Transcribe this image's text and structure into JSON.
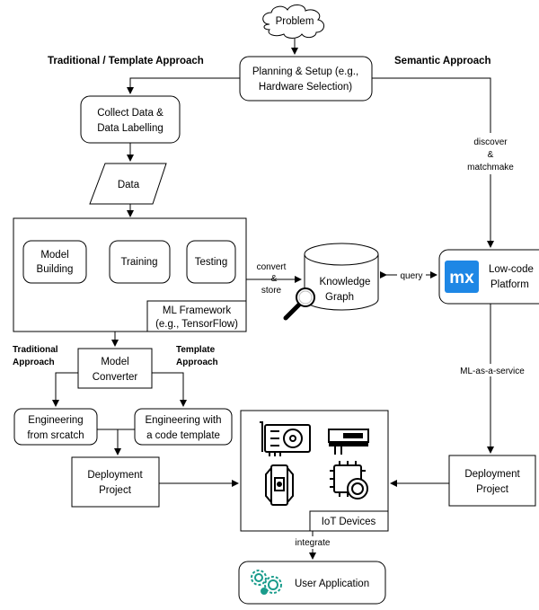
{
  "diagram": {
    "problem": "Problem",
    "planning_line1": "Planning & Setup (e.g.,",
    "planning_line2": "Hardware Selection)",
    "traditional_template_heading": "Traditional / Template Approach",
    "semantic_heading": "Semantic Approach",
    "collect_line1": "Collect Data &",
    "collect_line2": "Data Labelling",
    "data": "Data",
    "model_building_line1": "Model",
    "model_building_line2": "Building",
    "training": "Training",
    "testing": "Testing",
    "ml_framework_line1": "ML Framework",
    "ml_framework_line2": "(e.g., TensorFlow)",
    "convert_line1": "convert",
    "convert_line2": "&",
    "convert_line3": "store",
    "knowledge_graph_line1": "Knowledge",
    "knowledge_graph_line2": "Graph",
    "query": "query",
    "discover_line1": "discover",
    "discover_line2": "&",
    "discover_line3": "matchmake",
    "lowcode_logo": "mx",
    "lowcode_line1": "Low-code",
    "lowcode_line2": "Platform",
    "ml_as_a_service": "ML-as-a-service",
    "traditional_line1": "Traditional",
    "traditional_line2": "Approach",
    "template_line1": "Template",
    "template_line2": "Approach",
    "model_converter_line1": "Model",
    "model_converter_line2": "Converter",
    "eng_scratch_line1": "Engineering",
    "eng_scratch_line2": "from srcatch",
    "eng_template_line1": "Engineering with",
    "eng_template_line2": "a code template",
    "deploy_left_line1": "Deployment",
    "deploy_left_line2": "Project",
    "deploy_right_line1": "Deployment",
    "deploy_right_line2": "Project",
    "iot_devices": "IoT Devices",
    "integrate": "integrate",
    "user_application": "User Application"
  },
  "colors": {
    "mx_blue": "#1e87e5",
    "gear_teal": "#1a9c8c"
  },
  "icons": [
    "cloud-shape",
    "magnifier-icon",
    "gpu-card-icon",
    "pcie-card-icon",
    "microcontroller-icon",
    "chip-icon",
    "gears-icon"
  ]
}
